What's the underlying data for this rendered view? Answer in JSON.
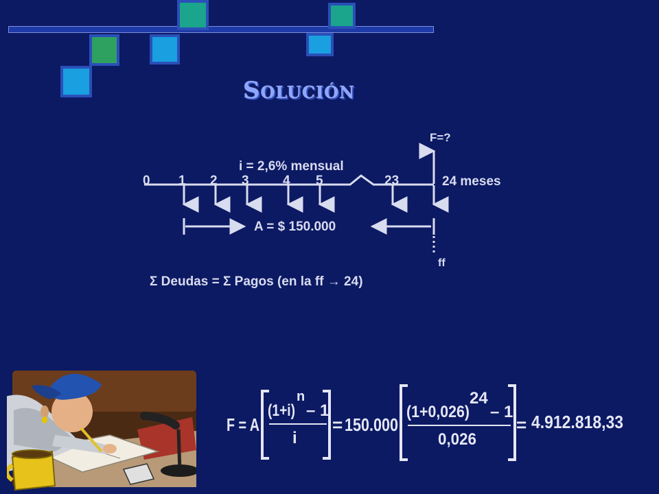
{
  "slide": {
    "title": "Solución"
  },
  "diagram": {
    "future_value_label": "F=?",
    "rate_label": "i = 2,6% mensual",
    "periods": [
      "0",
      "1",
      "2",
      "3",
      "4",
      "5",
      "23"
    ],
    "duration_label": "24 meses",
    "annuity_label": "A = $ 150.000",
    "focal_label": "ff",
    "equation_label": "Σ Deudas =  Σ Pagos  (en la ff  → 24)"
  },
  "formula": {
    "lhs": "F = A",
    "general_numerator": "(1+i)",
    "general_exponent": "n",
    "general_minus_one": "– 1",
    "general_denominator": "i",
    "equals_1": "=",
    "coefficient": "150.000",
    "numeric_numerator": "(1+0,026)",
    "numeric_exponent": "24",
    "numeric_minus_one": "– 1",
    "numeric_denominator": "0,026",
    "equals_2": "=",
    "result": "4.912.818,33"
  },
  "colors": {
    "background": "#0c1963",
    "accent_blue": "#1a9fe0",
    "accent_teal": "#1aa58c",
    "accent_green": "#2ea060",
    "diagram_ink": "#d8dcef"
  },
  "icons": {
    "illustration": "student-studying-clipart"
  }
}
